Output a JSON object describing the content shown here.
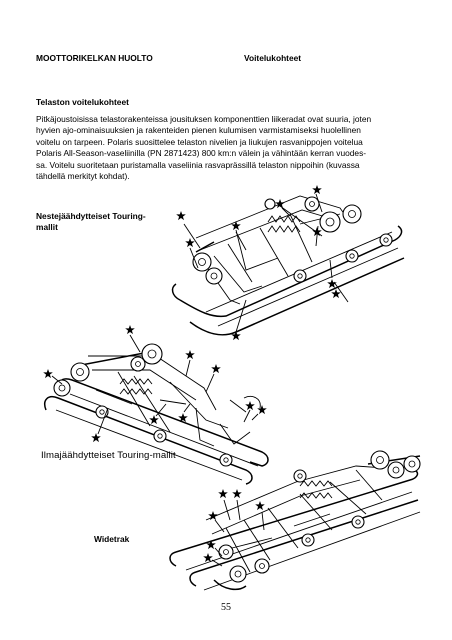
{
  "header": {
    "left": "MOOTTORIKELKAN HUOLTO",
    "right": "Voitelukohteet"
  },
  "section": {
    "title": "Telaston voitelukohteet",
    "paragraph_lines": [
      "Pitkäjoustoisissa telastorakenteissa jousituksen komponenttien liikeradat ovat suuria, joten",
      "hyvien ajo-ominaisuuksien ja rakenteiden pienen kulumisen varmistamiseksi huolellinen",
      "voitelu on tarpeen. Polaris suosittelee telaston nivelien ja liukujen rasvanippojen voitelua",
      "Polaris All-Season-vaseliinilla (PN 2871423) 800 km:n välein ja vähintään kerran vuodes-",
      "sa. Voitelu suoritetaan puristamalla vaseliinia rasvaprässillä telaston nippoihin (kuvassa",
      "tähdellä merkityt kohdat)."
    ]
  },
  "figures": {
    "label_1_lines": [
      "Nestejäähdytteiset Touring-",
      "mallit"
    ],
    "label_2": "Ilmajäähdytteiset Touring-mallit",
    "label_3": "Widetrak"
  },
  "page_number": "55"
}
